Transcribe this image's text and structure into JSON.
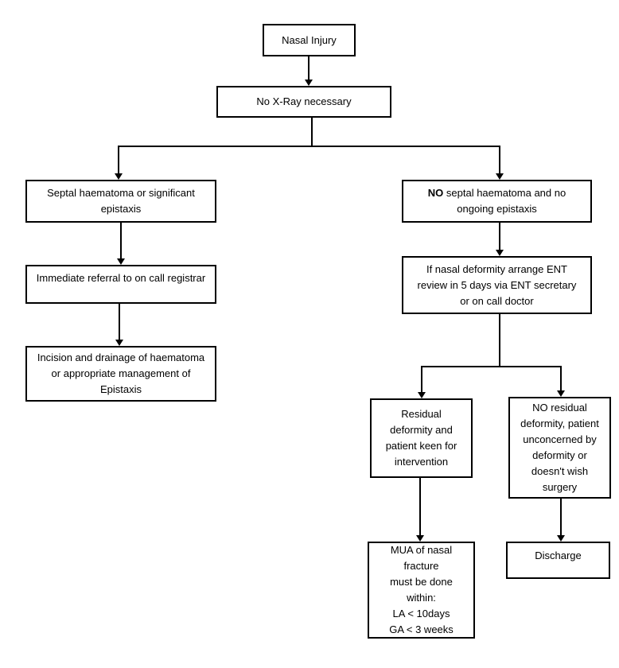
{
  "diagram": {
    "type": "flowchart",
    "topic": "Nasal Injury",
    "colors": {
      "background": "#ffffff",
      "box_border": "#000000",
      "line": "#000000",
      "text": "#000000"
    },
    "nodes": {
      "nasal_injury": {
        "text": "Nasal Injury"
      },
      "no_xray": {
        "text": "No X-Ray necessary"
      },
      "septal_haematoma": {
        "text": "Septal haematoma or significant\nepistaxis"
      },
      "immediate_referral": {
        "text": "Immediate referral to on call registrar"
      },
      "incision_drainage": {
        "text": "Incision and drainage of haematoma\nor appropriate management of\nEpistaxis"
      },
      "no_septal": {
        "bold": "NO",
        "text": " septal haematoma and no\nongoing epistaxis"
      },
      "ent_review": {
        "text": "If nasal deformity arrange ENT\nreview in 5 days via ENT secretary\nor on call doctor"
      },
      "residual_deformity": {
        "text": "Residual\ndeformity and\npatient keen for\nintervention"
      },
      "no_residual": {
        "text": "NO residual\ndeformity, patient\nunconcerned by\ndeformity or\ndoesn't wish\nsurgery"
      },
      "mua": {
        "text": "MUA of nasal\nfracture\nmust be done\nwithin:\nLA < 10days\nGA < 3 weeks"
      },
      "discharge": {
        "text": "Discharge"
      }
    },
    "edges": [
      {
        "from": "nasal_injury",
        "to": "no_xray"
      },
      {
        "from": "no_xray",
        "to": "septal_haematoma"
      },
      {
        "from": "no_xray",
        "to": "no_septal"
      },
      {
        "from": "septal_haematoma",
        "to": "immediate_referral"
      },
      {
        "from": "immediate_referral",
        "to": "incision_drainage"
      },
      {
        "from": "no_septal",
        "to": "ent_review"
      },
      {
        "from": "ent_review",
        "to": "residual_deformity"
      },
      {
        "from": "ent_review",
        "to": "no_residual"
      },
      {
        "from": "residual_deformity",
        "to": "mua"
      },
      {
        "from": "no_residual",
        "to": "discharge"
      }
    ]
  }
}
